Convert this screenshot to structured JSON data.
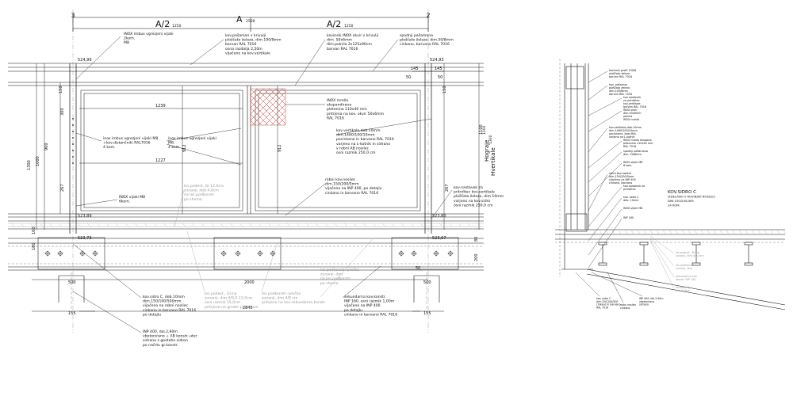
{
  "colors": {
    "line": "#111111",
    "thin": "#555555",
    "hatch": "#888888",
    "note_gray": "#9a9a9a"
  },
  "header": {
    "grid_left": "3",
    "grid_right": "2",
    "half_left": "A/2",
    "half_left_val": "1250",
    "total": "A",
    "total_val": "2500",
    "half_right": "A/2",
    "half_right_val": "1250"
  },
  "dims": {
    "top_left_x": "524,99",
    "top_right_x": "524,93",
    "d145a": "145",
    "d145b": "145",
    "d50a": "50",
    "d50b": "50",
    "w1239": "1239",
    "w1227": "1227",
    "h150a": "150",
    "h150b": "150",
    "h300": "300",
    "h900": "900",
    "h1000": "1000",
    "h267a": "267",
    "h267b": "267",
    "h912a": "912",
    "h912b": "912",
    "h1300": "1300",
    "h1100": "1100",
    "b523_89": "523,89",
    "b523_80": "523,80",
    "b523_73": "523,73",
    "b523_67": "523,67",
    "h100": "100",
    "h180": "180",
    "h80": "80",
    "h200": "200",
    "w2000": "2000",
    "w2845": "2845",
    "w500a": "500",
    "w500b": "500",
    "w155a": "155",
    "w155b": "155",
    "w50c": "50"
  },
  "vert_labels": {
    "hograje": "Hograje",
    "hograje_val": "1100",
    "hvertikale": "Hvertikale",
    "hvertikale_val": "1300"
  },
  "notes": {
    "n1": [
      "INOX imbus vgrezjeni vijaki",
      "2kom.",
      "M8"
    ],
    "n2": [
      "kov.pašaman v krivulji",
      "ploščato železo, dim.100/8mm",
      "barvan RAL 7016",
      "osna razdalja 2,50m",
      "vijačeno na kov.vertikale"
    ],
    "n3": [
      "kovinski INOX okvir v krivulji",
      "dim. 50x6mm",
      "dim.polnila 2x125x90cm",
      "barvan RAL 7016"
    ],
    "n4": [
      "spodnji pašamana",
      "ploščato železo, dim.50/8mm",
      "cinkano, barvano RAL 7016"
    ],
    "n5": [
      "INOX mreža",
      "ekspandirana",
      "pletenina 110x40 mm",
      "pritrjena na kov. okvir 50x6mm",
      "RAL 7016"
    ],
    "n6": [
      "kov.vertikala,deb.10mm",
      "dim.1460/100/10mm",
      "pocinkano in barvano RAL 7016",
      "varjeno na L-kotnik in sidrano",
      "v robni AB nosilec",
      "osni razmik 250,0 cm"
    ],
    "n7": [
      "inox imbus vgrezjeni vijaki M8",
      "+kov.distančniki RAL7016",
      "4 kom."
    ],
    "n8": [
      "inox imbus vgrezjeni vijaki",
      "M8",
      "4 kom"
    ],
    "n9": [
      "INOX vijaki M8",
      "6kom."
    ],
    "n10": [
      "robni kov.nosilec",
      "dim.150/200/5mm",
      "vijačeno na INP 400, po detajlu",
      "cinkano in barvano RAL 7016"
    ],
    "n11": [
      "kov.nastavek za",
      "pritrditev kov.vertikale",
      "ploščato železo, dim.10mm",
      "varjeno na kov.sidro",
      "osni razmik 250,0 cm"
    ],
    "n12": [
      "kov.sidro C, deb.10mm",
      "dim.150/100/500mm",
      "vijačeno na robni nosilec",
      "cinkano in barvano RAL 7016",
      "po detajlu"
    ],
    "n13": [
      "INP 400, dol.2,90m",
      "vbetonirano + AB konstr.-uter",
      "sidrano z geotehn.sidron",
      "po načrtu gr.konstr."
    ],
    "n14": [
      "sekundarna kov.konstr.",
      "INP 160, osni razmik 1,00m",
      "vijačeno na INP 400",
      "po detajlu",
      "cinkano in barvano RAL 7016"
    ],
    "g1": [
      "les.podest., širina",
      "zunanji, dim.4/9,0-12,0cm",
      "osni razmik 15,0cm",
      "pritrjeno na greder podestom"
    ],
    "g2": [
      "les.podkonstr.-prečka",
      "zunanji, dim.4/8 cm",
      "pritrjeno na kov.sekundarno konstr."
    ],
    "g3": [
      "les.podest, šir.12,0cm",
      "zunanji, deb.4,0cm",
      "na les.podkonstr.",
      "po sheme"
    ],
    "g4": [
      "les.podkonstr.-prečka",
      "zunanji, dim.",
      "na les.podkonstr.",
      "po sheme"
    ],
    "side_title": [
      "KOV.SIDRO C",
      "IZDELANO V KOVINSKI NOSILEC",
      "DIM.150/200/495",
      "24 KOM."
    ],
    "side_notes": [
      [
        "kovinski profil 100/8",
        "ploščato železo",
        "barvan RAL 7016"
      ],
      [
        "kov. pašaman",
        "ploščato železo",
        "dim.100/8mm",
        "barvan RAL 7016"
      ],
      [
        "kov.nastavek",
        "za pritrditev",
        "kov.vertikale",
        "barvan RAL 7016"
      ],
      [
        "INOX okvir",
        "dim.50x6mm",
        "polnila",
        "INOX mreža"
      ],
      [
        "kov.vertikala,deb.10mm",
        "dim.1460/100/10mm",
        "pocinkano, barv.RAL",
        "varjeno na L-kotnik"
      ],
      [
        "INOX mreža ekspand.",
        "pletenina 110x40 mm",
        "RAL 7016"
      ],
      [
        "spodnji pašamana",
        "dim. 50/8mm"
      ],
      [
        "INOX vijaki M8",
        "6 kom"
      ],
      [
        "robni kov.nosilec",
        "dim.150/200/5mm",
        "vijačeno na INP 400",
        "cinkano, barvano"
      ],
      [
        "kov.nastavek za",
        "pritrditev"
      ],
      [
        "kov. sidro C",
        "deb. 10mm"
      ],
      [
        "INOX vijaki M8"
      ],
      [
        "INP 160"
      ]
    ],
    "side_gray": [
      [
        "les.podest., širina",
        "zunanji, dim.4/9,0cm"
      ],
      [
        "les.podkonstr.",
        "zunanji, dim."
      ],
      [
        "sekundarna kov.",
        "konstr. INP 160"
      ],
      [
        "les.podest,",
        "deb.4,0cm"
      ]
    ],
    "side_bottom": [
      [
        "kov. sidro C",
        "dim.150/100/500",
        "cinkano in barvano",
        "RAL 7016"
      ],
      [
        "INP 400, dol.2,90m",
        "vbetonirano",
        "sidrano"
      ],
      [
        "robni nosilec",
        "cinkano"
      ]
    ]
  }
}
